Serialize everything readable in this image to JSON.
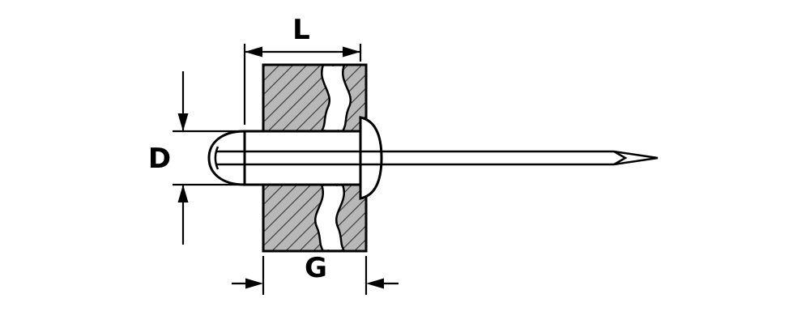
{
  "diagram": {
    "subject": "blind-rivet-cross-section-technical-drawing",
    "labels": {
      "length": "L",
      "diameter": "D",
      "grip": "G"
    },
    "colors": {
      "line": "#000000",
      "material_fill": "#b8b8b8",
      "hatch_line": "#3a3a3a",
      "rivet_fill": "#ffffff",
      "background": "#ffffff"
    }
  }
}
